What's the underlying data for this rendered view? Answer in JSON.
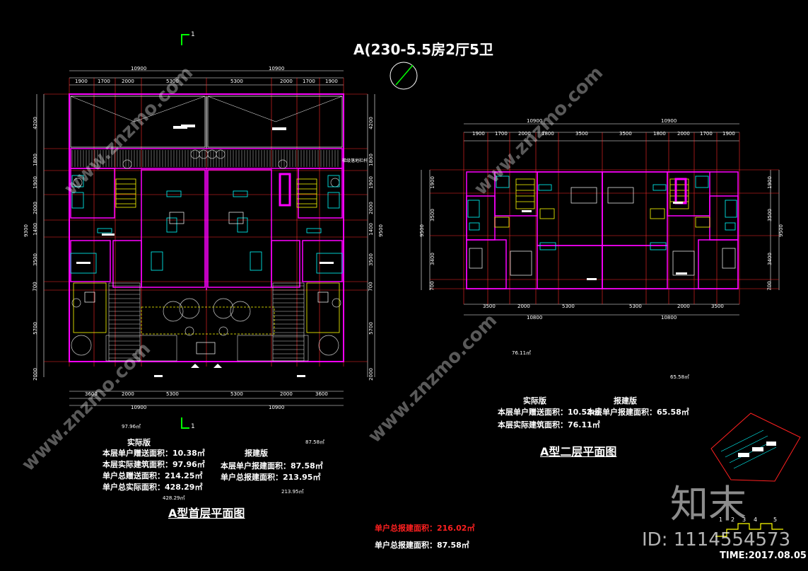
{
  "main_title": "A(230-5.5房2厅5卫",
  "section_mark_top": "1",
  "section_mark_bottom": "1",
  "plan1": {
    "title": "A型首层平面图",
    "dims_top_total": [
      "10900",
      "10900"
    ],
    "dims_top": [
      "1900",
      "1700",
      "2000",
      "5300",
      "5300",
      "2000",
      "1700",
      "1900"
    ],
    "dims_bottom": [
      "3600",
      "2000",
      "5300",
      "5300",
      "2000",
      "3600"
    ],
    "dims_bottom_total": [
      "10900",
      "10900"
    ],
    "dims_left": [
      "4200",
      "1800",
      "1900",
      "2000",
      "1400",
      "3500",
      "700",
      "5700",
      "2000"
    ],
    "dims_right": [
      "4200",
      "1800",
      "1900",
      "2000",
      "1400",
      "3500",
      "700",
      "5700",
      "2000"
    ],
    "dims_left_total": "9300",
    "dims_right_total": "9500",
    "note_area1": "97.96㎡",
    "note_area2": "87.58㎡",
    "note_area3": "428.29㎡",
    "note_area4": "213.95㎡",
    "actual_heading": "实际版",
    "report_heading": "报建版",
    "actual_lines": [
      "本层单户赠送面积：10.38㎡",
      "本层实际建筑面积：97.96㎡",
      "单户总赠送面积：214.25㎡",
      "单户总实际面积：428.29㎡"
    ],
    "report_lines": [
      "本层单户报建面积：87.58㎡",
      "单户总报建面积：213.95㎡"
    ],
    "side_note": "梯级落地栏杆"
  },
  "plan2": {
    "title": "A型二层平面图",
    "dims_top_total": [
      "10900",
      "10900"
    ],
    "dims_top": [
      "1900",
      "1700",
      "2000",
      "1800",
      "3500",
      "3500",
      "1800",
      "2000",
      "1700",
      "1900"
    ],
    "dims_bottom": [
      "3500",
      "2000",
      "5300",
      "5300",
      "2000",
      "3500"
    ],
    "dims_bottom_total": [
      "10800",
      "10800"
    ],
    "dims_left": [
      "1900",
      "3500",
      "3400",
      "700"
    ],
    "dims_right": [
      "1900",
      "3500",
      "3400",
      "700"
    ],
    "dims_left_total": "9500",
    "dims_right_total": "9500",
    "note_area1": "76.11㎡",
    "note_area2": "65.58㎡",
    "actual_heading": "实际版",
    "report_heading": "报建版",
    "actual_lines": [
      "本层单户赠送面积：10.53㎡",
      "本层实际建筑面积：76.11㎡"
    ],
    "report_lines": [
      "本层单户报建面积：65.58㎡"
    ]
  },
  "total_report_red": "单户总报建面积：216.02㎡",
  "total_report_white": "单户总报建面积：87.58㎡",
  "watermark_site": "www.znzmo.com",
  "logo_text": "知末",
  "id_text": "ID: 1114554573",
  "time_text": "TIME:2017.08.05",
  "scale_labels": [
    "1",
    "2",
    "3",
    "4",
    "5"
  ],
  "colors": {
    "background": "#000000",
    "wall": "#ff00ff",
    "axis": "#ff2a2a",
    "dim": "#ffffff",
    "stair": "#ffff00",
    "furniture": "#00ffff",
    "hatch": "#cccccc",
    "green": "#00ff00"
  }
}
